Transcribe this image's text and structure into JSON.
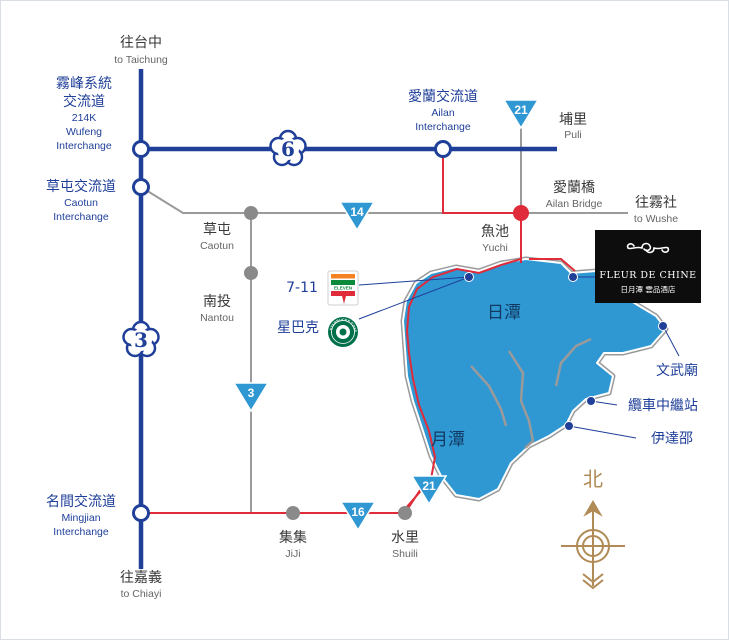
{
  "labels": {
    "taichung_zh": "往台中",
    "taichung_en": "to Taichung",
    "wufeng_zh1": "霧峰系統",
    "wufeng_zh2": "交流道",
    "wufeng_en1": "214K",
    "wufeng_en2": "Wufeng",
    "wufeng_en3": "Interchange",
    "caotun_ic_zh": "草屯交流道",
    "caotun_ic_en1": "Caotun",
    "caotun_ic_en2": "Interchange",
    "ailan_ic_zh": "愛蘭交流道",
    "ailan_ic_en1": "Ailan",
    "ailan_ic_en2": "Interchange",
    "puli_zh": "埔里",
    "puli_en": "Puli",
    "ailan_bridge_zh": "愛蘭橋",
    "ailan_bridge_en": "Ailan Bridge",
    "wushe_zh": "往霧社",
    "wushe_en": "to Wushe",
    "caotun_zh": "草屯",
    "caotun_en": "Caotun",
    "yuchi_zh": "魚池",
    "yuchi_en": "Yuchi",
    "nantou_zh": "南投",
    "nantou_en": "Nantou",
    "mingjian_zh": "名間交流道",
    "mingjian_en1": "Mingjian",
    "mingjian_en2": "Interchange",
    "chiayi_zh": "往嘉義",
    "chiayi_en": "to Chiayi",
    "jiji_zh": "集集",
    "jiji_en": "JiJi",
    "shuili_zh": "水里",
    "shuili_en": "Shuili",
    "lake_sun": "日潭",
    "lake_moon": "月潭",
    "seven_eleven": "7-11",
    "starbucks": "星巴克",
    "wenwu": "文武廟",
    "cable_car": "纜車中繼站",
    "ita_thao": "伊達邵",
    "north": "北"
  },
  "routes": {
    "r6": "6",
    "r3_shield": "3",
    "r14": "14",
    "r21_top": "21",
    "r3_tri": "3",
    "r16": "16",
    "r21_bottom": "21"
  },
  "hotel": {
    "name": "FLEUR DE CHINE",
    "subtitle": "日月潭 雲品酒店"
  },
  "logos": {
    "seven_eleven_text": "ELEVEN",
    "starbucks_text": "STARBUCKS COFFEE"
  },
  "colors": {
    "highway": "#1f3f99",
    "road_red": "#e02b3a",
    "road_gray": "#9a9a9a",
    "lake": "#2f98d3",
    "route_marker": "#2f98d3",
    "compass": "#b08b56"
  }
}
